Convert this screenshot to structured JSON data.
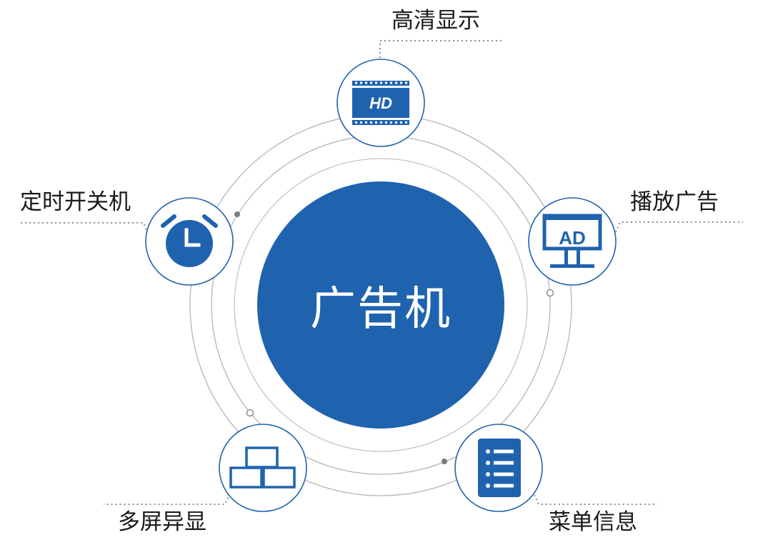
{
  "center": {
    "label": "广告机"
  },
  "features": {
    "top": {
      "label": "高清显示",
      "icon": "hd-film-icon",
      "icon_text": "HD"
    },
    "right": {
      "label": "播放广告",
      "icon": "ad-billboard-icon",
      "icon_text": "AD"
    },
    "bottom_right": {
      "label": "菜单信息",
      "icon": "menu-list-icon"
    },
    "bottom_left": {
      "label": "多屏异显",
      "icon": "multi-screen-icon"
    },
    "left": {
      "label": "定时开关机",
      "icon": "alarm-clock-icon"
    }
  },
  "colors": {
    "primary": "#1f63ae",
    "ring": "#b5b5b5",
    "dotted": "#8c8c8c",
    "text": "#1a1a1a"
  }
}
